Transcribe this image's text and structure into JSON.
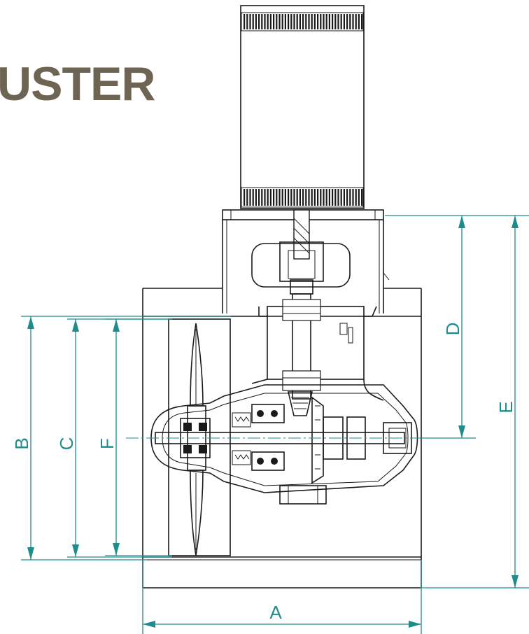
{
  "heading": "USTER",
  "dimensions": {
    "a": "A",
    "b": "B",
    "c": "C",
    "d": "D",
    "e": "E",
    "f": "F"
  },
  "colors": {
    "heading": "#6e6453",
    "dimension": "#1e8c8c",
    "linework": "#1a1a1a"
  }
}
